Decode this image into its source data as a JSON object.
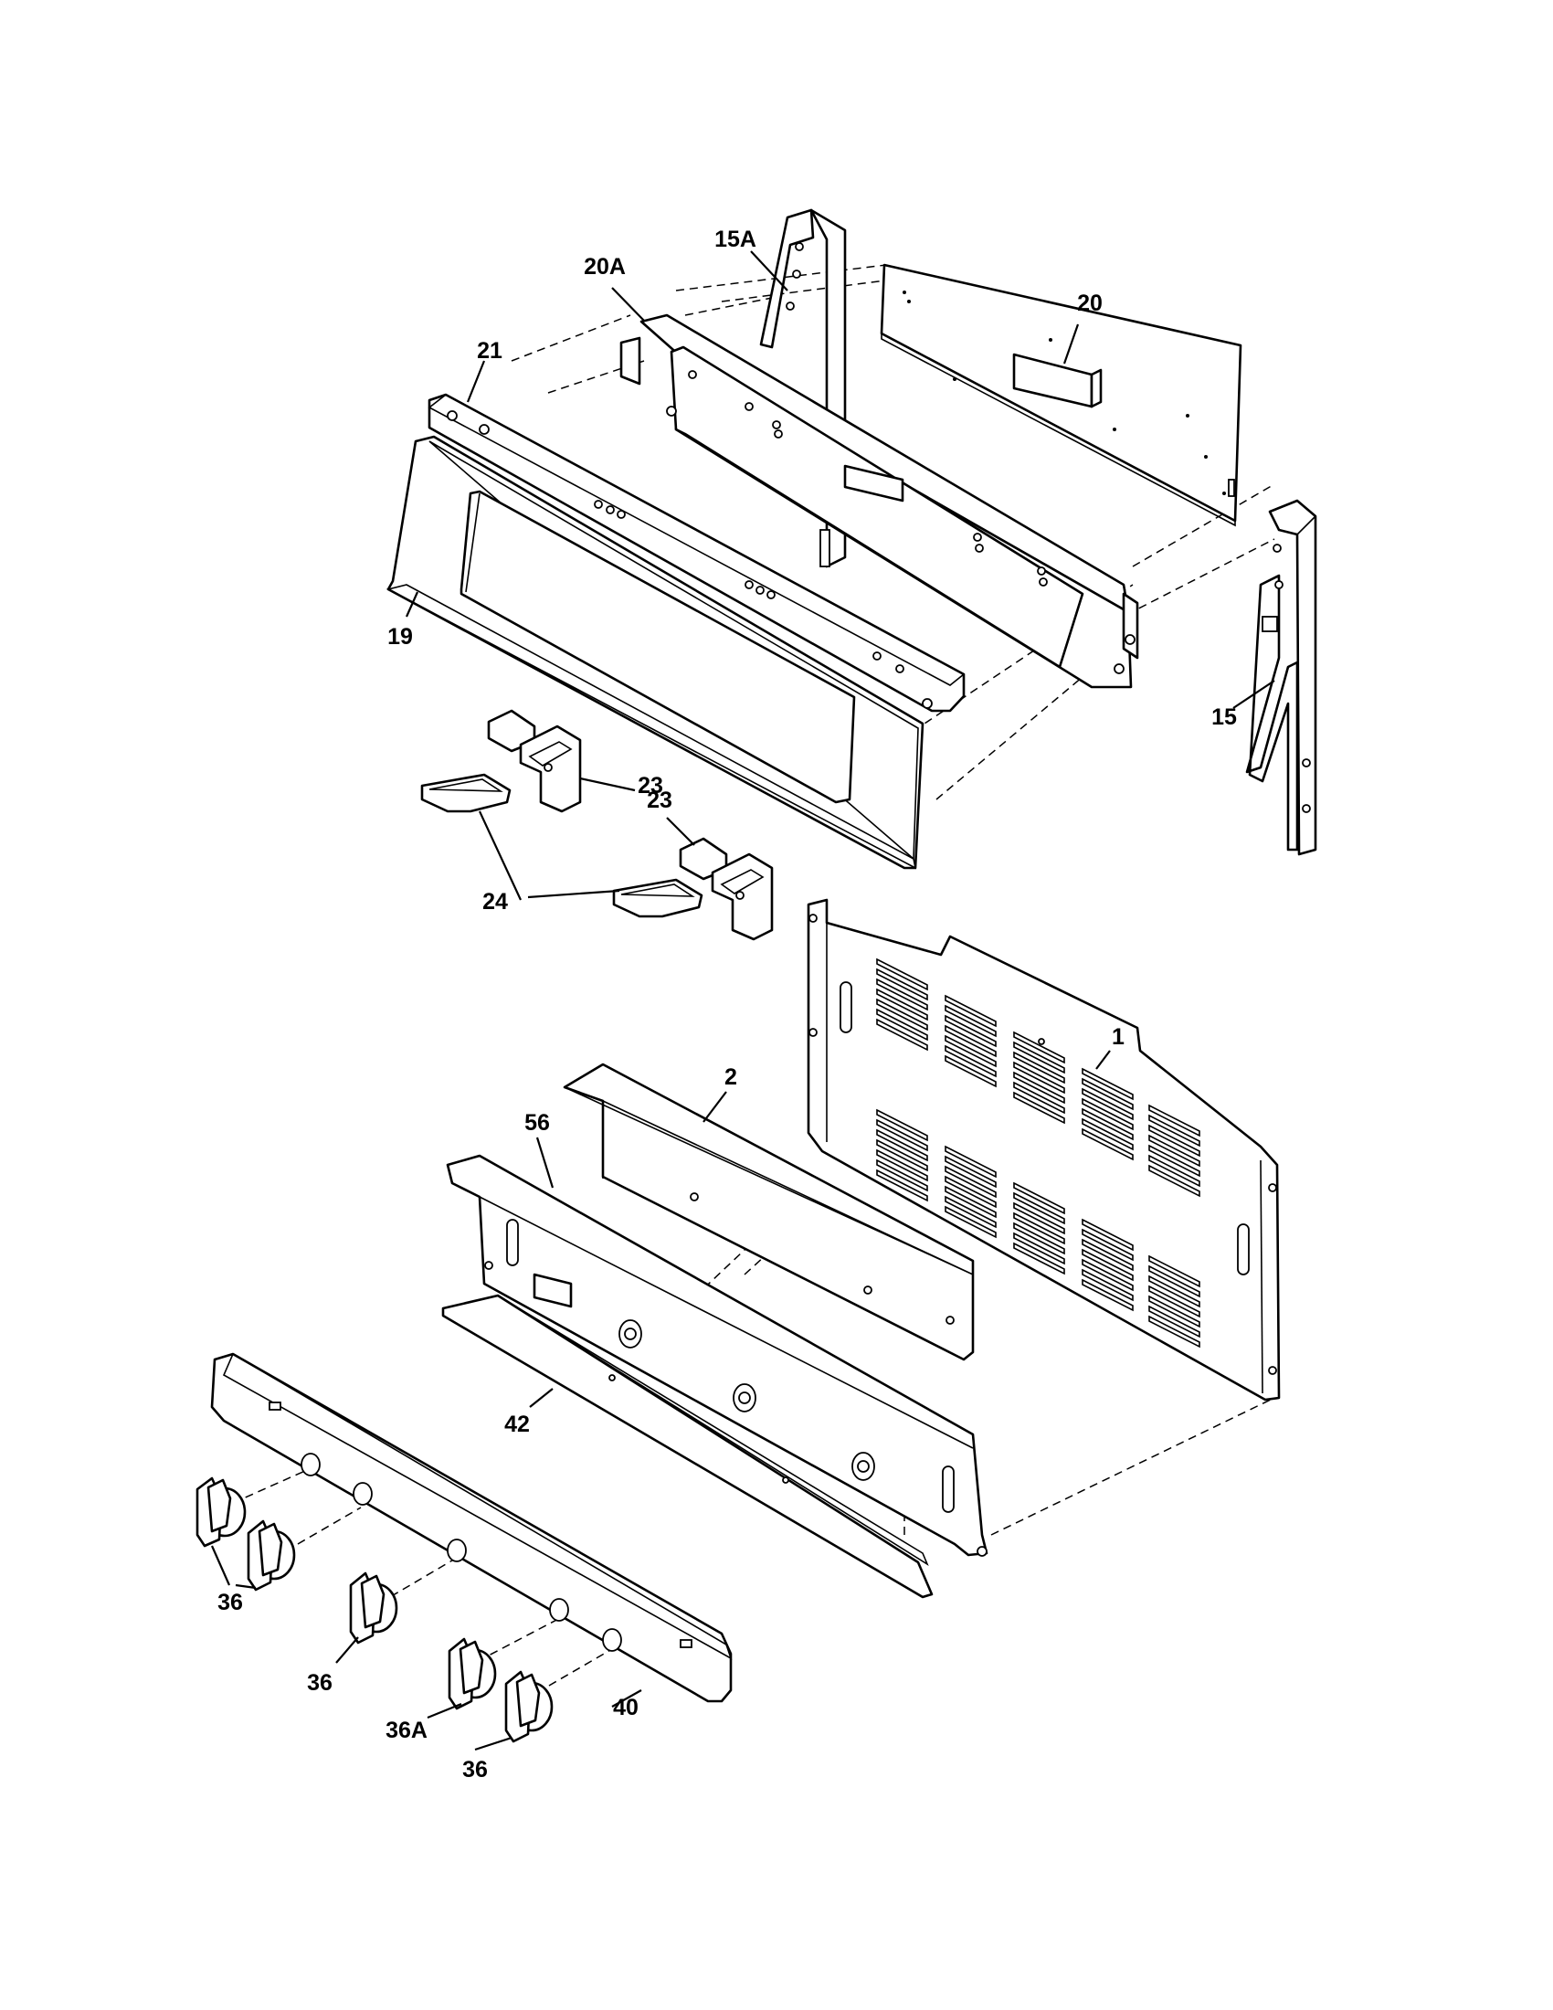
{
  "callouts": {
    "c15A": "15A",
    "c20A": "20A",
    "c20": "20",
    "c21": "21",
    "c19": "19",
    "c15": "15",
    "c23a": "23",
    "c23b": "23",
    "c24": "24",
    "c1": "1",
    "c2": "2",
    "c56": "56",
    "c42": "42",
    "c36a": "36",
    "c36b": "36",
    "c36A": "36A",
    "c36c": "36",
    "c40": "40"
  }
}
